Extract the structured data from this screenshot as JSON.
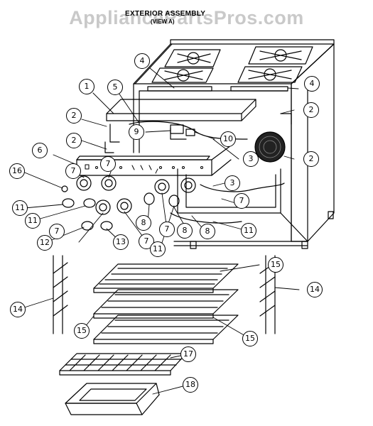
{
  "header": {
    "watermark": "AppliancePartsPros.com",
    "title": "EXTERIOR ASSEMBLY",
    "subtitle": "(VIEW A)"
  },
  "callouts": [
    {
      "id": "c1a",
      "label": "1"
    },
    {
      "id": "c2a",
      "label": "2"
    },
    {
      "id": "c2b",
      "label": "2"
    },
    {
      "id": "c2c",
      "label": "2"
    },
    {
      "id": "c2d",
      "label": "2"
    },
    {
      "id": "c3a",
      "label": "3"
    },
    {
      "id": "c3b",
      "label": "3"
    },
    {
      "id": "c4a",
      "label": "4"
    },
    {
      "id": "c4b",
      "label": "4"
    },
    {
      "id": "c5a",
      "label": "5"
    },
    {
      "id": "c6a",
      "label": "6"
    },
    {
      "id": "c7a",
      "label": "7"
    },
    {
      "id": "c7b",
      "label": "7"
    },
    {
      "id": "c7c",
      "label": "7"
    },
    {
      "id": "c7d",
      "label": "7"
    },
    {
      "id": "c7e",
      "label": "7"
    },
    {
      "id": "c7f",
      "label": "7"
    },
    {
      "id": "c8a",
      "label": "8"
    },
    {
      "id": "c8b",
      "label": "8"
    },
    {
      "id": "c8c",
      "label": "8"
    },
    {
      "id": "c9a",
      "label": "9"
    },
    {
      "id": "c10a",
      "label": "10"
    },
    {
      "id": "c11a",
      "label": "11"
    },
    {
      "id": "c11b",
      "label": "11"
    },
    {
      "id": "c11c",
      "label": "11"
    },
    {
      "id": "c11d",
      "label": "11"
    },
    {
      "id": "c12a",
      "label": "12"
    },
    {
      "id": "c13a",
      "label": "13"
    },
    {
      "id": "c14a",
      "label": "14"
    },
    {
      "id": "c14b",
      "label": "14"
    },
    {
      "id": "c15a",
      "label": "15"
    },
    {
      "id": "c15b",
      "label": "15"
    },
    {
      "id": "c15c",
      "label": "15"
    },
    {
      "id": "c16a",
      "label": "16"
    },
    {
      "id": "c17a",
      "label": "17"
    },
    {
      "id": "c18a",
      "label": "18"
    }
  ]
}
